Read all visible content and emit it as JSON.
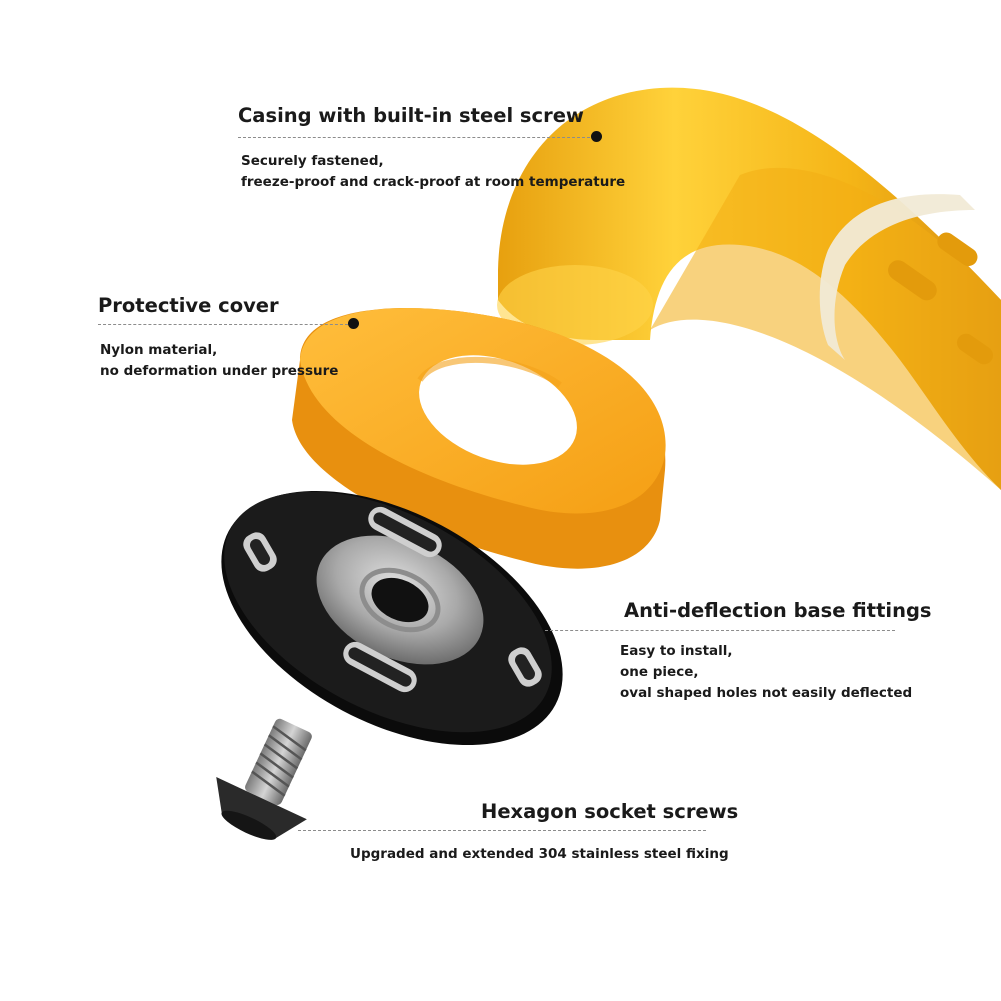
{
  "callouts": {
    "casing": {
      "title": "Casing with built-in steel screw",
      "lines": [
        "Securely fastened,",
        "freeze-proof and crack-proof at room temperature"
      ]
    },
    "cover": {
      "title": "Protective cover",
      "lines": [
        "Nylon material,",
        "no deformation under pressure"
      ]
    },
    "base": {
      "title": "Anti-deflection base fittings",
      "lines": [
        "Easy to install,",
        "one piece,",
        "oval shaped holes not easily deflected"
      ]
    },
    "screw": {
      "title": "Hexagon socket screws",
      "lines": [
        "Upgraded and extended 304 stainless steel fixing"
      ]
    }
  },
  "colors": {
    "handle_yellow": "#f5b517",
    "cover_orange": "#f8a81c",
    "base_black": "#141414",
    "steel": "#b9b9b9"
  }
}
